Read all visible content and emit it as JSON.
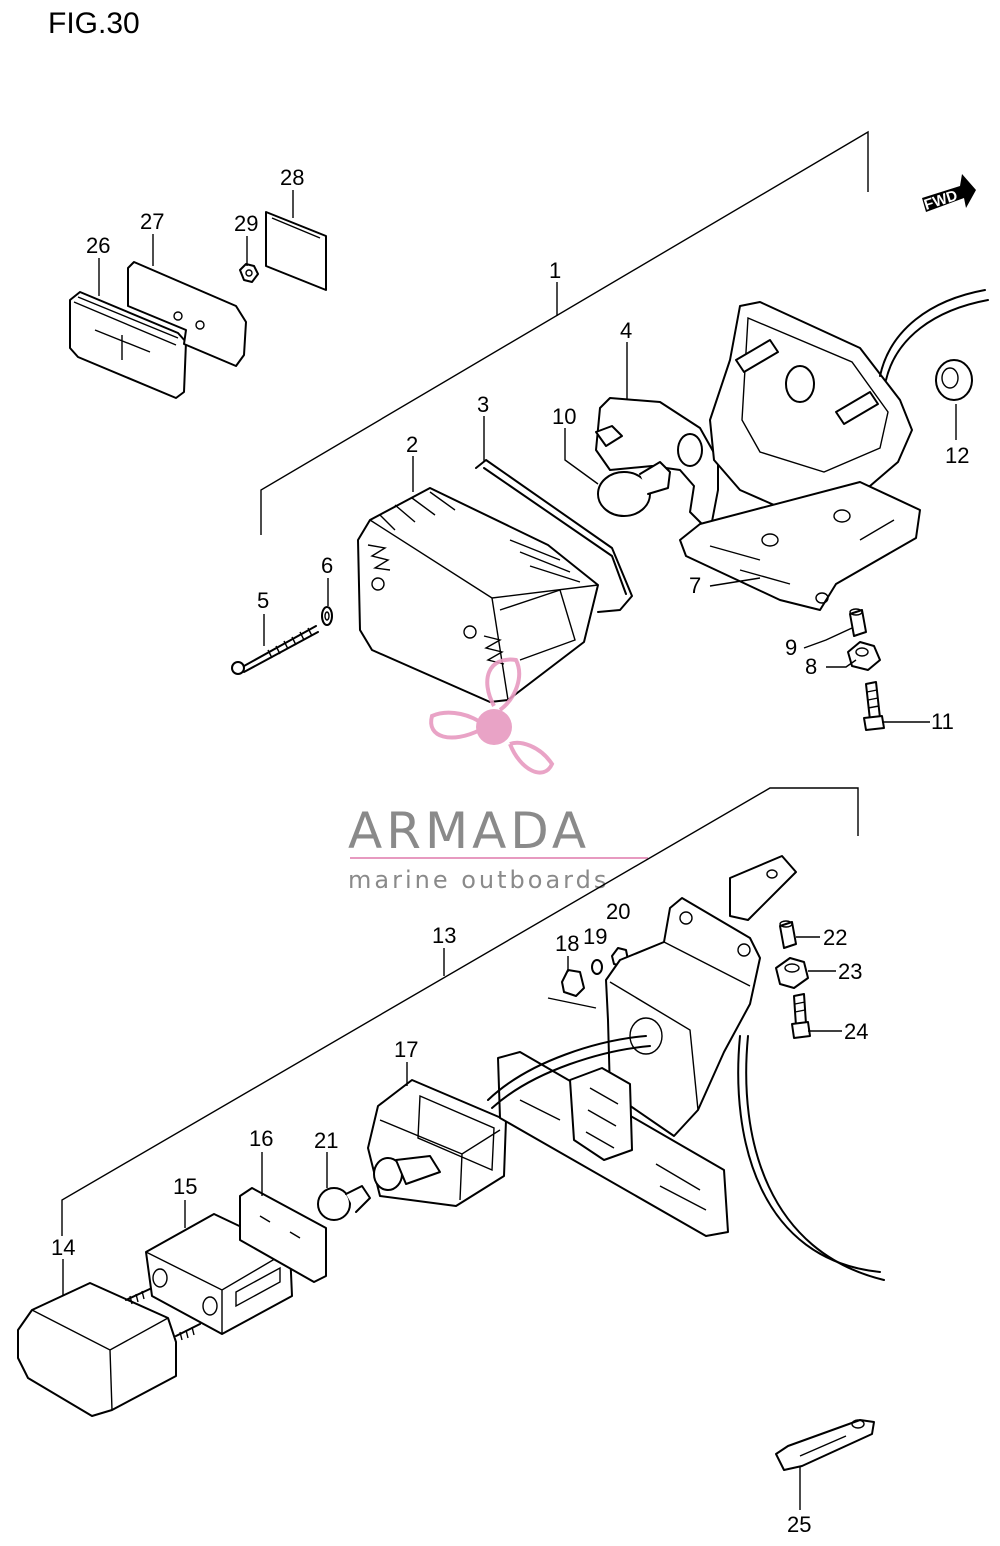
{
  "figure": {
    "title": "FIG.30"
  },
  "direction_badge": {
    "label": "FWD",
    "icon": "forward-arrow-icon"
  },
  "watermark": {
    "brand": "ARMADA",
    "tagline": "marine outboards",
    "logo_icon": "propeller-logo-icon",
    "colors": {
      "pink": "#e79ac0",
      "gray": "#8a8a8a"
    }
  },
  "callouts": [
    {
      "id": "1",
      "label": "1"
    },
    {
      "id": "2",
      "label": "2"
    },
    {
      "id": "3",
      "label": "3"
    },
    {
      "id": "4",
      "label": "4"
    },
    {
      "id": "5",
      "label": "5"
    },
    {
      "id": "6",
      "label": "6"
    },
    {
      "id": "7",
      "label": "7"
    },
    {
      "id": "8",
      "label": "8"
    },
    {
      "id": "9",
      "label": "9"
    },
    {
      "id": "10",
      "label": "10"
    },
    {
      "id": "11",
      "label": "11"
    },
    {
      "id": "12",
      "label": "12"
    },
    {
      "id": "13",
      "label": "13"
    },
    {
      "id": "14",
      "label": "14"
    },
    {
      "id": "15",
      "label": "15"
    },
    {
      "id": "16",
      "label": "16"
    },
    {
      "id": "17",
      "label": "17"
    },
    {
      "id": "18",
      "label": "18"
    },
    {
      "id": "19",
      "label": "19"
    },
    {
      "id": "20",
      "label": "20"
    },
    {
      "id": "21",
      "label": "21"
    },
    {
      "id": "22",
      "label": "22"
    },
    {
      "id": "23",
      "label": "23"
    },
    {
      "id": "24",
      "label": "24"
    },
    {
      "id": "25",
      "label": "25"
    },
    {
      "id": "26",
      "label": "26"
    },
    {
      "id": "27",
      "label": "27"
    },
    {
      "id": "28",
      "label": "28"
    },
    {
      "id": "29",
      "label": "29"
    }
  ]
}
